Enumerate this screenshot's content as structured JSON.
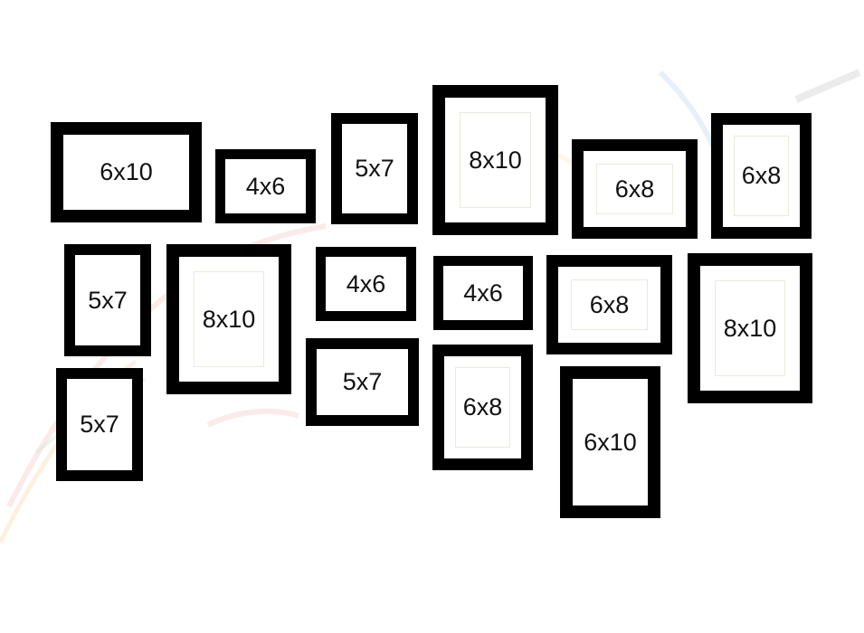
{
  "colors": {
    "frame": "#000000",
    "background": "#ffffff",
    "mat": "#ece9dc"
  },
  "frames": [
    {
      "label": "6x10",
      "matted": false
    },
    {
      "label": "4x6",
      "matted": false
    },
    {
      "label": "5x7",
      "matted": false
    },
    {
      "label": "8x10",
      "matted": true
    },
    {
      "label": "6x8",
      "matted": true
    },
    {
      "label": "6x8",
      "matted": true
    },
    {
      "label": "5x7",
      "matted": false
    },
    {
      "label": "8x10",
      "matted": true
    },
    {
      "label": "4x6",
      "matted": false
    },
    {
      "label": "4x6",
      "matted": false
    },
    {
      "label": "6x8",
      "matted": true
    },
    {
      "label": "8x10",
      "matted": true
    },
    {
      "label": "5x7",
      "matted": false
    },
    {
      "label": "5x7",
      "matted": false
    },
    {
      "label": "6x8",
      "matted": true
    },
    {
      "label": "6x10",
      "matted": false
    }
  ]
}
